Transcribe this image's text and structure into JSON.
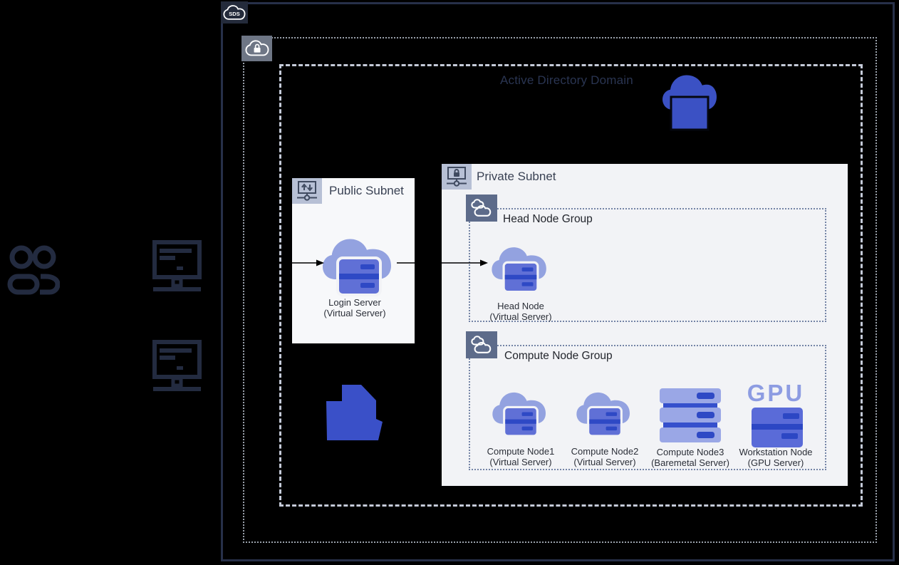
{
  "badges": {
    "sds": "SDS",
    "gpu": "GPU"
  },
  "zones": {
    "active_directory": {
      "label": "Active Directory Domain"
    },
    "public_subnet": {
      "label": "Public Subnet"
    },
    "private_subnet": {
      "label": "Private Subnet"
    },
    "head_node_group": {
      "label": "Head Node Group"
    },
    "compute_node_group": {
      "label": "Compute Node Group"
    }
  },
  "nodes": {
    "login_server": {
      "name": "Login Server",
      "kind": "(Virtual Server)"
    },
    "head_node": {
      "name": "Head Node",
      "kind": "(Virtual Server)"
    },
    "compute_node1": {
      "name": "Compute Node1",
      "kind": "(Virtual Server)"
    },
    "compute_node2": {
      "name": "Compute Node2",
      "kind": "(Virtual Server)"
    },
    "compute_node3": {
      "name": "Compute Node3",
      "kind": "(Baremetal Server)"
    },
    "workstation_node": {
      "name": "Workstation Node",
      "kind": "(GPU Server)"
    }
  },
  "colors": {
    "background": "#000000",
    "accent_blue": "#3b51c4",
    "server_blue": "#6070d6",
    "server_dark_blue": "#2e49c5",
    "cloud_periwinkle": "#93a2e0",
    "panel_light": "#f2f3f6",
    "subnet_chip_bg": "#b7c0d5",
    "group_chip_bg": "#5d6b8a",
    "security_chip_bg": "#6e7685",
    "outline_navy": "#232b40"
  }
}
